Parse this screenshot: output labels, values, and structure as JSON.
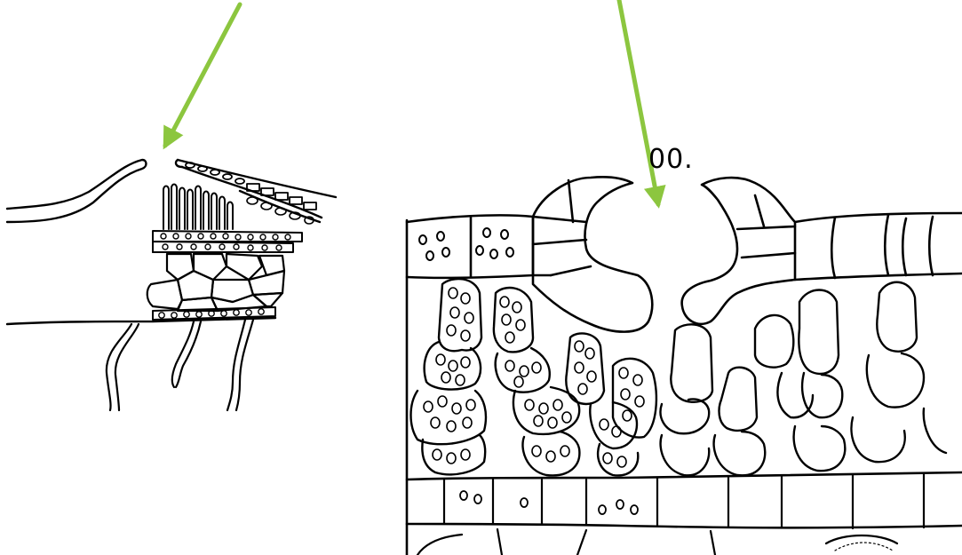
{
  "figure": {
    "label_text": "00.",
    "colors": {
      "ink": "#000000",
      "arrow": "#8cc63f",
      "paper": "#ffffff"
    },
    "panels": [
      {
        "name": "left-sketch",
        "description_text": ""
      },
      {
        "name": "right-sketch",
        "description_text": ""
      }
    ]
  }
}
